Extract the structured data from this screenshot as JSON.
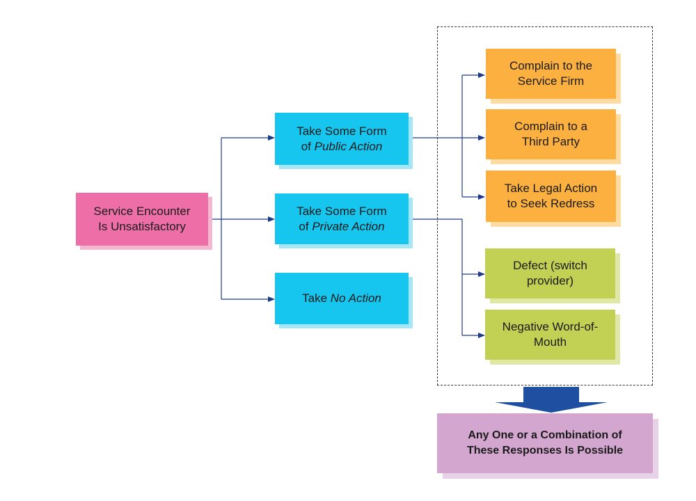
{
  "root": {
    "line1": "Service Encounter",
    "line2": "Is Unsatisfactory"
  },
  "actions": [
    {
      "pre": "Take Some Form",
      "pre2": "of ",
      "em": "Public Action"
    },
    {
      "pre": "Take Some Form",
      "pre2": "of ",
      "em": "Private Action"
    },
    {
      "pre": "",
      "pre2": "Take ",
      "em": "No Action"
    }
  ],
  "public_responses": [
    {
      "line1": "Complain to the",
      "line2": "Service Firm"
    },
    {
      "line1": "Complain to a",
      "line2": "Third Party"
    },
    {
      "line1": "Take Legal Action",
      "line2": "to Seek Redress"
    }
  ],
  "private_responses": [
    {
      "line1": "Defect (switch",
      "line2": "provider)"
    },
    {
      "line1": "Negative Word-of-",
      "line2": "Mouth"
    }
  ],
  "conclusion": {
    "line1": "Any One or a Combination of",
    "line2": "These Responses Is Possible"
  },
  "colors": {
    "root": "#ee6fa7",
    "action": "#16c6ef",
    "public": "#fbb040",
    "private": "#c2d054",
    "conclusion": "#d3a6d0",
    "connector": "#1f3a8a",
    "big_arrow": "#1e4fa0"
  }
}
